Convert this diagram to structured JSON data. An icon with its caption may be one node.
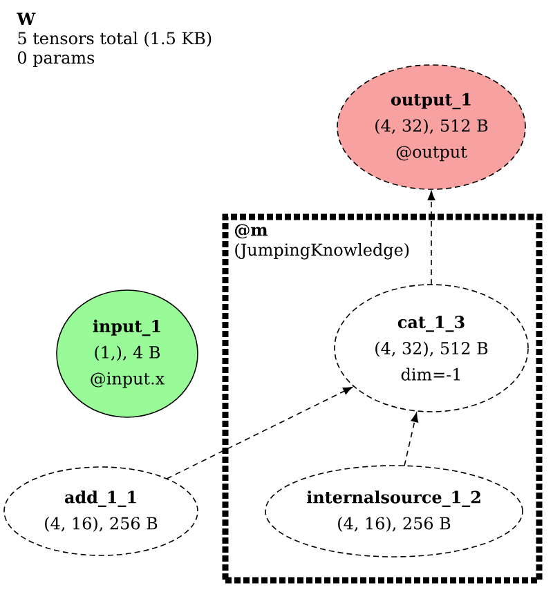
{
  "diagram": {
    "title": "W",
    "nodes": [
      {
        "text": [
          "output_1",
          "(4, 32), 512 B",
          "@output"
        ]
      },
      {
        "text": [
          "@m",
          "(JumpingKnowledge)"
        ]
      },
      {
        "text": [
          "input_1",
          "(1,), 4 B",
          "@input.x"
        ]
      },
      {
        "text": [
          "cat_1_3",
          "(4, 32), 512 B",
          "dim=-1"
        ],
        "in": 1
      },
      {
        "text": [
          "add_1_1",
          "(4, 16), 256 B"
        ]
      },
      {
        "text": [
          "internalsource_1_2",
          "(4, 16), 256 B"
        ],
        "in": 1
      }
    ],
    "edges": [
      {
        "from": 3,
        "to": 0,
        "arrow": "to",
        "style": "dashed"
      },
      {
        "from": 4,
        "to": 3,
        "arrow": "to",
        "style": "dashed"
      },
      {
        "from": 5,
        "to": 3,
        "arrow": "to",
        "style": "dashed"
      }
    ],
    "labels": [
      "5 tensors total (1.5 KB)",
      "0 params"
    ]
  }
}
